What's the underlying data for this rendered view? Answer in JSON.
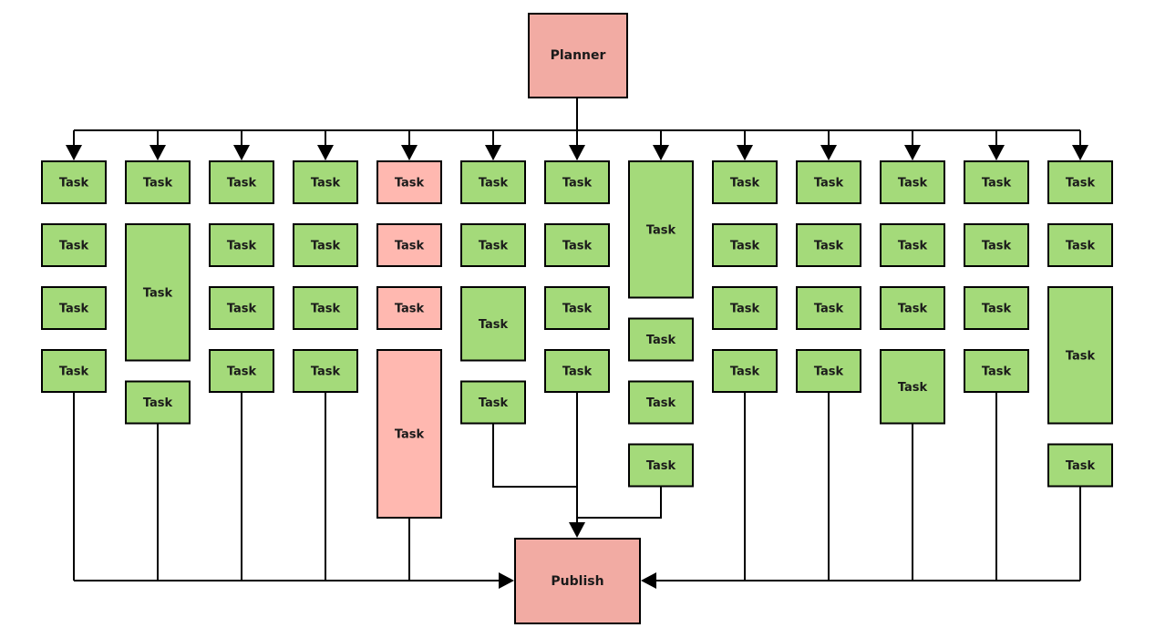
{
  "title": "Planner to Publish task flow",
  "colors": {
    "planner_fill": "#f2aba3",
    "publish_fill": "#f2aba3",
    "task_green": "#a4da7a",
    "task_pink": "#ffb8b0",
    "stroke": "#000000"
  },
  "planner": {
    "label": "Planner"
  },
  "publish": {
    "label": "Publish"
  },
  "columns": [
    {
      "tasks": [
        {
          "label": "Task",
          "span": 1,
          "color": "green"
        },
        {
          "label": "Task",
          "span": 1,
          "color": "green"
        },
        {
          "label": "Task",
          "span": 1,
          "color": "green"
        },
        {
          "label": "Task",
          "span": 1,
          "color": "green"
        }
      ]
    },
    {
      "tasks": [
        {
          "label": "Task",
          "span": 1,
          "color": "green"
        },
        {
          "label": "Task",
          "span": 2.5,
          "color": "green"
        },
        {
          "label": "Task",
          "span": 1,
          "color": "green"
        }
      ]
    },
    {
      "tasks": [
        {
          "label": "Task",
          "span": 1,
          "color": "green"
        },
        {
          "label": "Task",
          "span": 1,
          "color": "green"
        },
        {
          "label": "Task",
          "span": 1,
          "color": "green"
        },
        {
          "label": "Task",
          "span": 1,
          "color": "green"
        }
      ]
    },
    {
      "tasks": [
        {
          "label": "Task",
          "span": 1,
          "color": "green"
        },
        {
          "label": "Task",
          "span": 1,
          "color": "green"
        },
        {
          "label": "Task",
          "span": 1,
          "color": "green"
        },
        {
          "label": "Task",
          "span": 1,
          "color": "green"
        }
      ]
    },
    {
      "tasks": [
        {
          "label": "Task",
          "span": 1,
          "color": "pink"
        },
        {
          "label": "Task",
          "span": 1,
          "color": "pink"
        },
        {
          "label": "Task",
          "span": 1,
          "color": "pink"
        },
        {
          "label": "Task",
          "span": 3,
          "color": "pink"
        }
      ]
    },
    {
      "tasks": [
        {
          "label": "Task",
          "span": 1,
          "color": "green"
        },
        {
          "label": "Task",
          "span": 1,
          "color": "green"
        },
        {
          "label": "Task",
          "span": 1.5,
          "color": "green"
        },
        {
          "label": "Task",
          "span": 1,
          "color": "green"
        }
      ]
    },
    {
      "tasks": [
        {
          "label": "Task",
          "span": 1,
          "color": "green"
        },
        {
          "label": "Task",
          "span": 1,
          "color": "green"
        },
        {
          "label": "Task",
          "span": 1,
          "color": "green"
        },
        {
          "label": "Task",
          "span": 1,
          "color": "green"
        }
      ]
    },
    {
      "tasks": [
        {
          "label": "Task",
          "span": 2.5,
          "color": "green"
        },
        {
          "label": "Task",
          "span": 1,
          "color": "green"
        },
        {
          "label": "Task",
          "span": 1,
          "color": "green"
        },
        {
          "label": "Task",
          "span": 1,
          "color": "green"
        }
      ]
    },
    {
      "tasks": [
        {
          "label": "Task",
          "span": 1,
          "color": "green"
        },
        {
          "label": "Task",
          "span": 1,
          "color": "green"
        },
        {
          "label": "Task",
          "span": 1,
          "color": "green"
        },
        {
          "label": "Task",
          "span": 1,
          "color": "green"
        }
      ]
    },
    {
      "tasks": [
        {
          "label": "Task",
          "span": 1,
          "color": "green"
        },
        {
          "label": "Task",
          "span": 1,
          "color": "green"
        },
        {
          "label": "Task",
          "span": 1,
          "color": "green"
        },
        {
          "label": "Task",
          "span": 1,
          "color": "green"
        }
      ]
    },
    {
      "tasks": [
        {
          "label": "Task",
          "span": 1,
          "color": "green"
        },
        {
          "label": "Task",
          "span": 1,
          "color": "green"
        },
        {
          "label": "Task",
          "span": 1,
          "color": "green"
        },
        {
          "label": "Task",
          "span": 1.5,
          "color": "green"
        }
      ]
    },
    {
      "tasks": [
        {
          "label": "Task",
          "span": 1,
          "color": "green"
        },
        {
          "label": "Task",
          "span": 1,
          "color": "green"
        },
        {
          "label": "Task",
          "span": 1,
          "color": "green"
        },
        {
          "label": "Task",
          "span": 1,
          "color": "green"
        }
      ]
    },
    {
      "tasks": [
        {
          "label": "Task",
          "span": 1,
          "color": "green"
        },
        {
          "label": "Task",
          "span": 1,
          "color": "green"
        },
        {
          "label": "Task",
          "span": 2.5,
          "color": "green"
        },
        {
          "label": "Task",
          "span": 1,
          "color": "green"
        }
      ]
    }
  ]
}
